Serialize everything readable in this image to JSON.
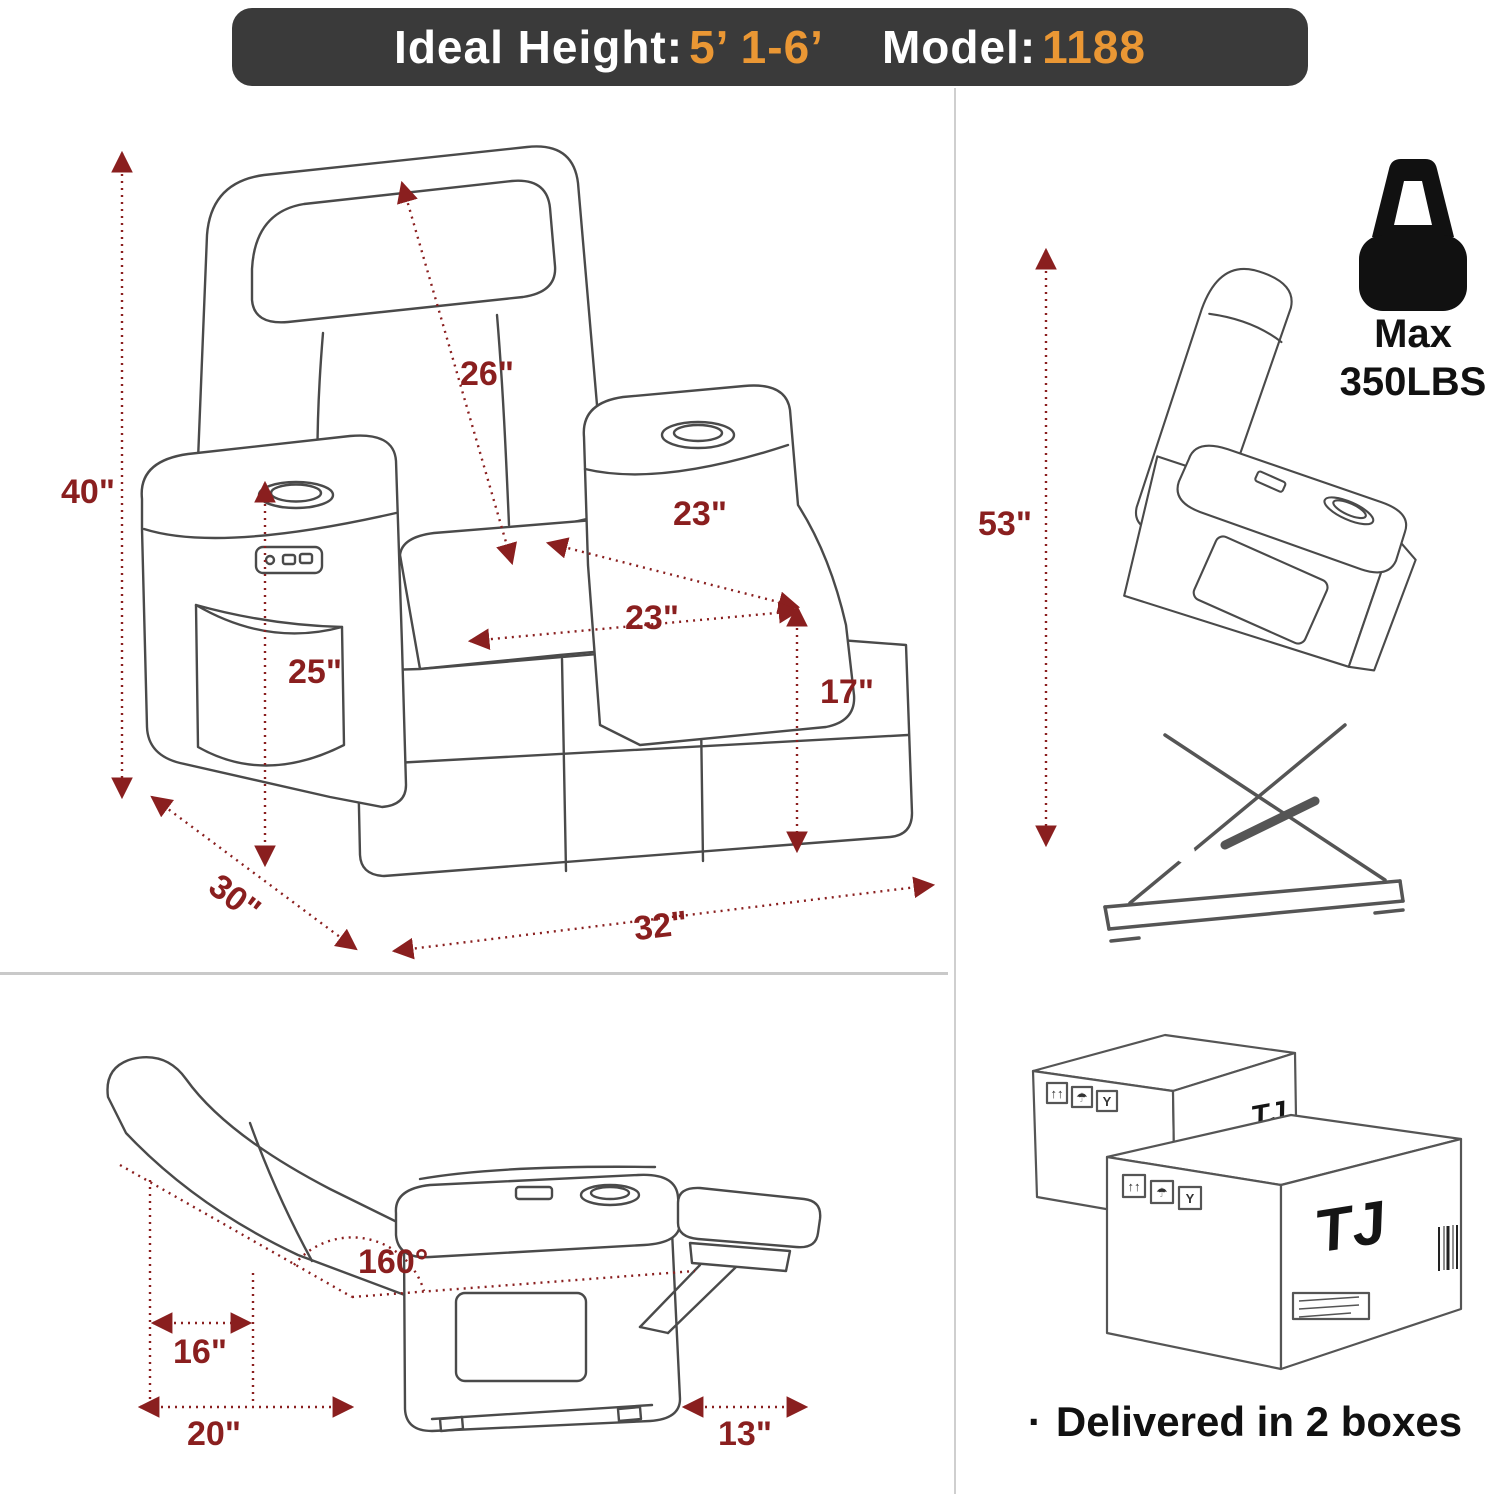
{
  "header": {
    "ideal_height_label": "Ideal Height:",
    "ideal_height_value": "5’ 1-6’",
    "model_label": "Model:",
    "model_value": "1188"
  },
  "front_view": {
    "overall_height": "40\"",
    "back_height": "26\"",
    "seat_depth": "23\"",
    "seat_width": "23\"",
    "seat_to_floor": "25\"",
    "seat_front_height": "17\"",
    "base_depth": "30\"",
    "overall_width": "32\""
  },
  "lift_view": {
    "lift_height": "53\"",
    "weight_label": "Max",
    "weight_value": "350LBS"
  },
  "recline_view": {
    "recline_angle": "160°",
    "headrest_clearance": "16\"",
    "base_length": "20\"",
    "footrest_extension": "13\""
  },
  "shipping": {
    "bullet": "·",
    "note": "Delivered in 2 boxes",
    "icons": {
      "this_way_up": "↑↑",
      "keep_dry": "☂",
      "fragile": "Y"
    }
  },
  "colors": {
    "banner_bg": "#3a3a3a",
    "banner_text": "#ffffff",
    "accent_orange": "#ea9734",
    "dimension_red": "#8a1f1f",
    "artwork_line": "#4a4a4a"
  }
}
